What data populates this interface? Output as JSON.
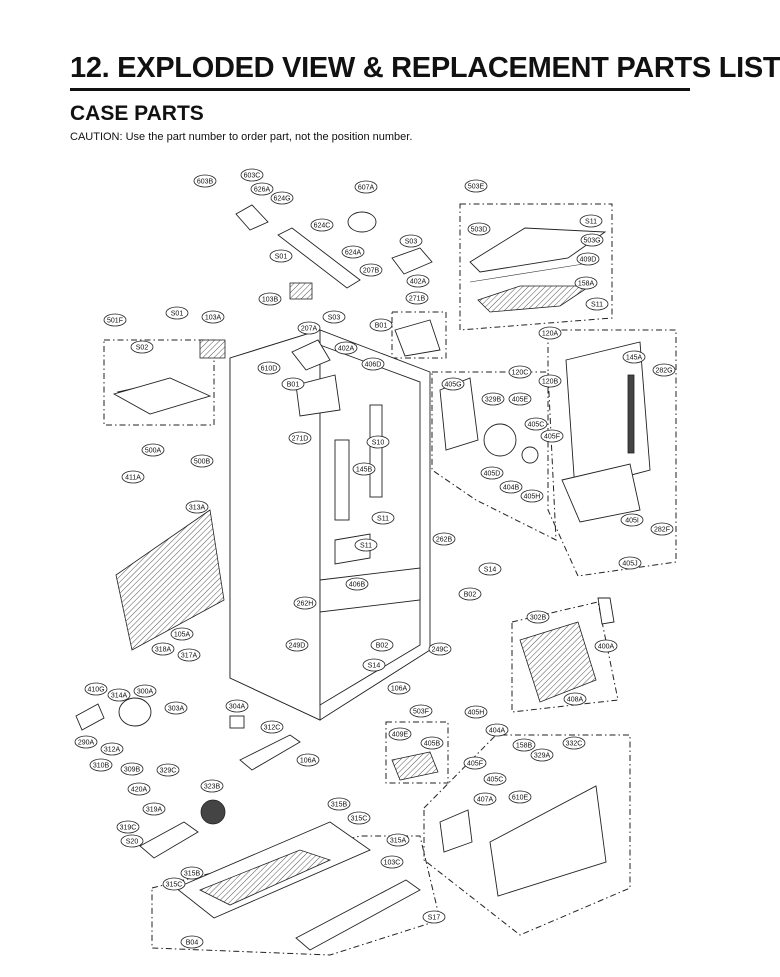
{
  "page": {
    "title": "12. EXPLODED VIEW & REPLACEMENT PARTS LIST",
    "section": "CASE PARTS",
    "caution": "CAUTION: Use the part number to order part, not the position number."
  },
  "diagram": {
    "labels": [
      "603B",
      "603C",
      "626A",
      "624G",
      "607A",
      "503E",
      "624C",
      "S11",
      "503D",
      "503G",
      "S03",
      "409D",
      "624A",
      "S01",
      "207B",
      "402A",
      "158A",
      "103B",
      "271B",
      "S11",
      "S01",
      "103A",
      "S03",
      "B01",
      "501F",
      "207A",
      "120A",
      "S02",
      "402A",
      "406D",
      "145A",
      "610D",
      "120C",
      "282G",
      "B01",
      "405G",
      "329B",
      "405E",
      "120B",
      "271D",
      "S10",
      "405C",
      "405F",
      "500A",
      "145B",
      "405D",
      "404B",
      "405H",
      "411A",
      "500B",
      "S11",
      "405I",
      "282F",
      "313A",
      "S11",
      "262B",
      "405J",
      "S14",
      "406B",
      "B02",
      "262H",
      "302B",
      "105A",
      "249D",
      "B02",
      "249C",
      "400A",
      "318A",
      "317A",
      "S14",
      "106A",
      "408A",
      "410G",
      "314A",
      "300A",
      "303A",
      "304A",
      "503F",
      "405H",
      "290A",
      "312C",
      "409E",
      "404A",
      "405B",
      "312A",
      "158B",
      "329A",
      "332C",
      "310B",
      "106A",
      "405F",
      "309B",
      "329C",
      "405C",
      "420A",
      "323B",
      "407A",
      "610E",
      "315B",
      "319A",
      "315C",
      "319C",
      "315A",
      "S20",
      "103C",
      "315B",
      "315C",
      "S17",
      "B04"
    ]
  }
}
